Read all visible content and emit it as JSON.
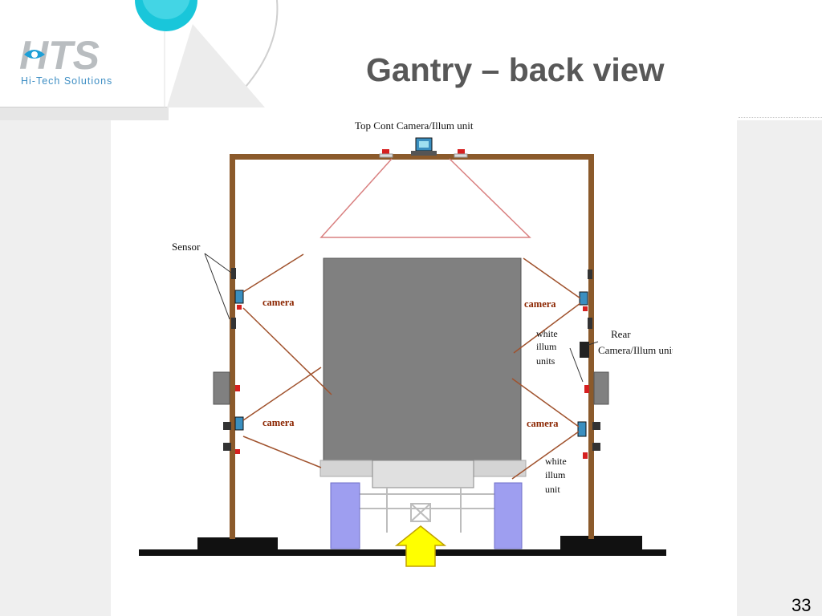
{
  "slide": {
    "title": "Gantry – back view",
    "page_number": "33"
  },
  "logo": {
    "mark": "HTS",
    "tagline": "Hi-Tech Solutions",
    "colors": {
      "mark": "#b9bdc0",
      "accent": "#1d9fd6",
      "tagline": "#3f8fc4"
    }
  },
  "diagram": {
    "labels": {
      "top_unit": "Top Cont Camera/Illum unit",
      "sensor": "Sensor",
      "camera_left_upper": "camera",
      "camera_left_lower": "camera",
      "camera_right_upper": "camera",
      "camera_right_lower": "camera",
      "white_illum_units": [
        "white",
        "illum",
        "units"
      ],
      "rear_unit": [
        "Rear",
        "Camera/Illum unit"
      ],
      "white_illum_unit": [
        "white",
        "illum",
        "unit"
      ]
    },
    "colors": {
      "gantry": "#8b5a2b",
      "beam_lines": "#a0522d",
      "top_cone": "#d98080",
      "truck_body": "#808080",
      "bumper": "#d4d4d4",
      "wheels": "#9e9ef0",
      "arrow": "#ffff00",
      "camera": "#3a8fc0",
      "sensor_red": "#d62020",
      "ground": "#111111",
      "label_text": "#8b2500"
    },
    "icons": [
      "camera-icon",
      "sensor-icon",
      "direction-arrow-icon"
    ]
  }
}
